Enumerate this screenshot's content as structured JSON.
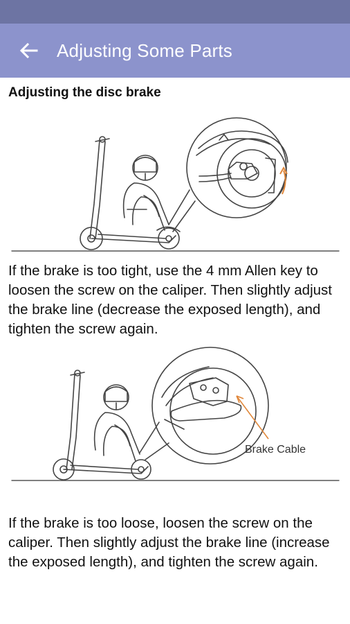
{
  "status_bar": {},
  "header": {
    "title": "Adjusting Some Parts",
    "back_icon": "arrow-left-icon"
  },
  "content": {
    "section_heading": "Adjusting the disc brake",
    "paragraph_tight": "If the brake is too tight, use the 4 mm Allen key to loosen the screw on the caliper. Then slightly adjust the brake line (decrease the exposed length), and tighten the screw again.",
    "figure2_label": "Brake Cable",
    "paragraph_loose": "If the brake is too loose, loosen the screw on the caliper. Then slightly adjust the brake line (increase the exposed length), and tighten the screw again."
  },
  "colors": {
    "status_bar": "#6d74a3",
    "app_bar": "#8c93cc",
    "accent_arrow": "#e0873a"
  }
}
